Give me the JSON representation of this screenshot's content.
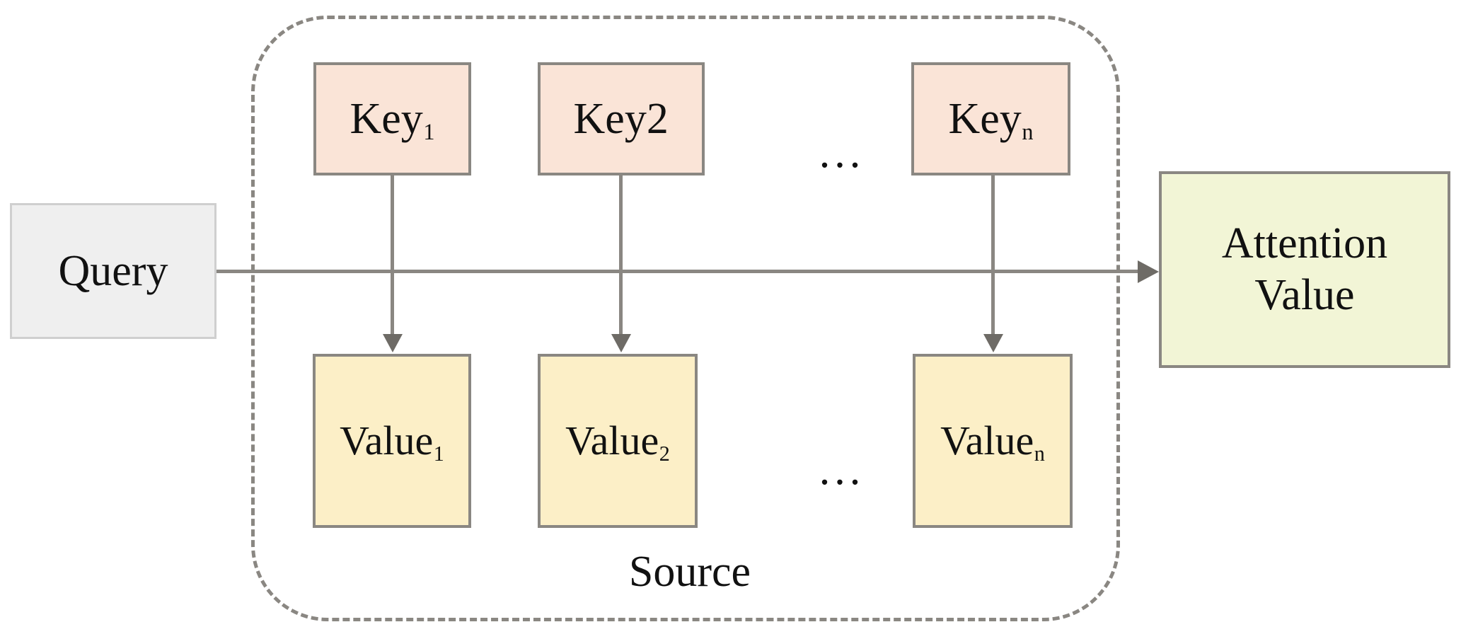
{
  "diagram": {
    "title": "Attention mechanism Query-Key-Value diagram",
    "source_group": {
      "label": "Source"
    },
    "query": {
      "label": "Query"
    },
    "attention_output": {
      "line1": "Attention",
      "line2": "Value"
    },
    "keys": [
      {
        "base": "Key",
        "sub": "1"
      },
      {
        "base": "Key2",
        "sub": ""
      },
      {
        "base": "Key",
        "sub": "n"
      }
    ],
    "values": [
      {
        "base": "Value",
        "sub": "1"
      },
      {
        "base": "Value",
        "sub": "2"
      },
      {
        "base": "Value",
        "sub": "n"
      }
    ],
    "ellipsis": {
      "keys_row": "...",
      "values_row": "..."
    },
    "colors": {
      "key_fill": "#fae4d7",
      "value_fill": "#fcefc7",
      "query_fill": "#efefef",
      "attention_fill": "#f2f5d6",
      "border": "#8a8782",
      "query_border": "#cfcfcf",
      "connector": "#8a8782",
      "text": "#111111",
      "background": "#ffffff"
    }
  }
}
